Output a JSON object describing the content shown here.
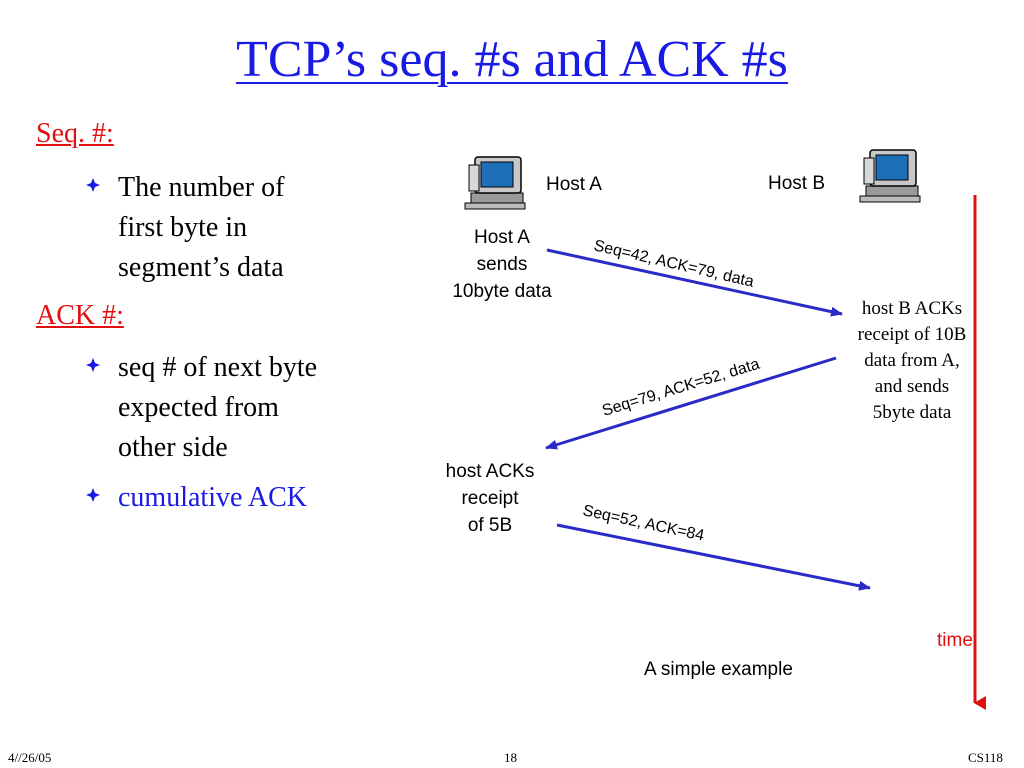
{
  "slide": {
    "title": "TCP’s seq. #s and ACK #s",
    "left_panel": {
      "seq_heading": "Seq. #:",
      "seq_bullets": [
        "The number of\nfirst byte in\nsegment’s data"
      ],
      "ack_heading": "ACK #:",
      "ack_bullets": [
        "seq # of next byte\nexpected from\nother side",
        "cumulative ACK"
      ]
    },
    "diagram": {
      "host_a_label": "Host A",
      "host_b_label": "Host B",
      "event_a_sends": "Host A\nsends\n10byte data",
      "msg1": "Seq=42, ACK=79, data",
      "event_b_acks": "host B ACKs\nreceipt of 10B\ndata from A,\nand sends\n5byte data",
      "msg2": "Seq=79, ACK=52, data",
      "event_a_acks": "host ACKs\nreceipt\nof 5B",
      "msg3": "Seq=52, ACK=84",
      "time_label": "time",
      "caption": "A simple example",
      "arrow_color": "#2a2ac8",
      "time_color": "#e01010"
    },
    "footer": {
      "date": "4//26/05",
      "page": "18",
      "course": "CS118"
    },
    "icons": [
      "computer-icon",
      "diamond-bullet-icon"
    ]
  }
}
